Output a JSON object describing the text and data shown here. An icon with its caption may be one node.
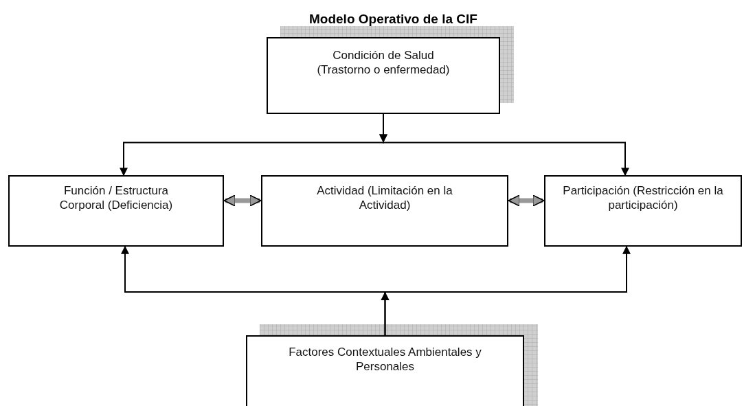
{
  "diagram": {
    "title": "Modelo Operativo de la CIF",
    "nodes": [
      {
        "text": [
          "Condición de Salud (Trastorno o enfermedad)"
        ]
      },
      {
        "text": [
          "Función / Estructura Corporal (Deficiencia)"
        ]
      },
      {
        "text": [
          "Actividad (Limitación en la Actividad)"
        ]
      },
      {
        "text": [
          "Participación (Restricción en la participación)"
        ]
      },
      {
        "text": [
          "Factores Contextuales Ambientales y Personales"
        ]
      }
    ],
    "edges": [
      {
        "from": 0,
        "to": 1,
        "arrow": "to"
      },
      {
        "from": 0,
        "to": 3,
        "arrow": "to"
      },
      {
        "from": 1,
        "to": 2,
        "arrow": "both",
        "style": "thick",
        "color": "#999999"
      },
      {
        "from": 2,
        "to": 3,
        "arrow": "both",
        "style": "thick",
        "color": "#999999"
      },
      {
        "from": 4,
        "to": 1,
        "arrow": "to"
      },
      {
        "from": 4,
        "to": 3,
        "arrow": "to"
      }
    ]
  }
}
